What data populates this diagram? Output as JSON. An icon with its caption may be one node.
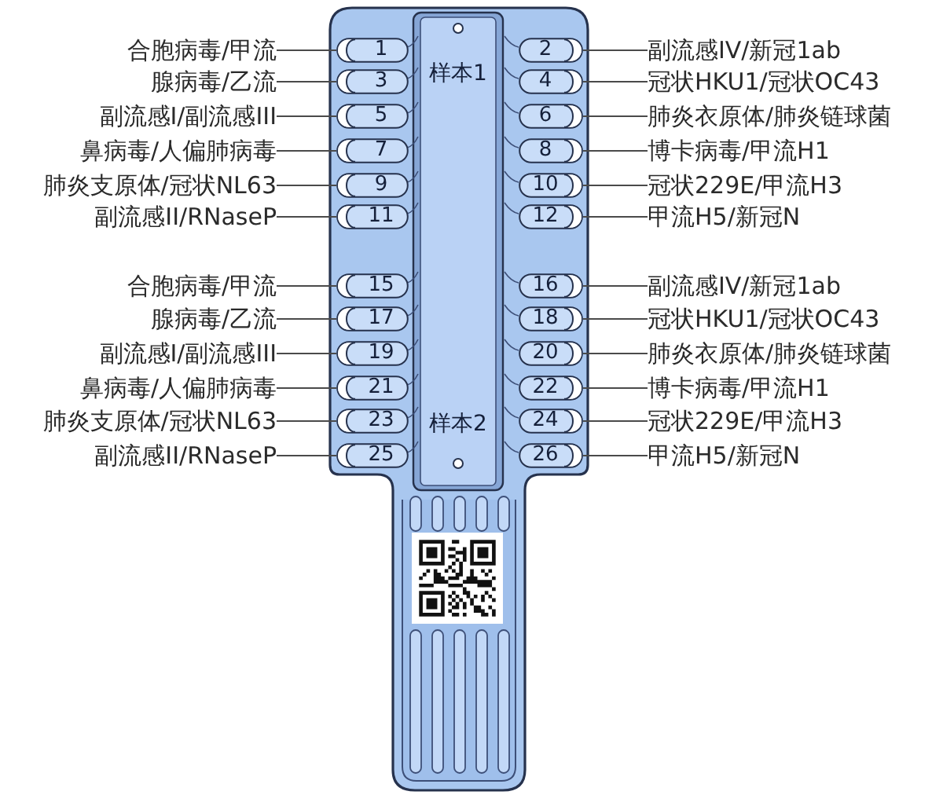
{
  "diagram": {
    "nodes": [
      {
        "text": [
          "合胞病毒/甲流"
        ]
      },
      {
        "text": [
          "1"
        ]
      },
      {
        "text": [
          "2"
        ]
      },
      {
        "text": [
          "副流感IV/新冠1ab"
        ]
      },
      {
        "text": [
          "腺病毒/乙流"
        ]
      },
      {
        "text": [
          "3"
        ]
      },
      {
        "text": [
          "4"
        ]
      },
      {
        "text": [
          "冠状HKU1/冠状OC43"
        ]
      },
      {
        "text": [
          "副流感I/副流感III"
        ]
      },
      {
        "text": [
          "5"
        ]
      },
      {
        "text": [
          "6"
        ]
      },
      {
        "text": [
          "肺炎衣原体/肺炎链球菌"
        ]
      },
      {
        "text": [
          "鼻病毒/人偏肺病毒"
        ]
      },
      {
        "text": [
          "7"
        ]
      },
      {
        "text": [
          "8"
        ]
      },
      {
        "text": [
          "博卡病毒/甲流H1"
        ]
      },
      {
        "text": [
          "肺炎支原体/冠状NL63"
        ]
      },
      {
        "text": [
          "9"
        ]
      },
      {
        "text": [
          "10"
        ]
      },
      {
        "text": [
          "冠状229E/甲流H3"
        ]
      },
      {
        "text": [
          "副流感II/RNaseP"
        ]
      },
      {
        "text": [
          "11"
        ]
      },
      {
        "text": [
          "12"
        ]
      },
      {
        "text": [
          "甲流H5/新冠N"
        ]
      },
      {
        "text": [
          "合胞病毒/甲流"
        ]
      },
      {
        "text": [
          "15"
        ]
      },
      {
        "text": [
          "16"
        ]
      },
      {
        "text": [
          "副流感IV/新冠1ab"
        ]
      },
      {
        "text": [
          "腺病毒/乙流"
        ]
      },
      {
        "text": [
          "17"
        ]
      },
      {
        "text": [
          "18"
        ]
      },
      {
        "text": [
          "冠状HKU1/冠状OC43"
        ]
      },
      {
        "text": [
          "副流感I/副流感III"
        ]
      },
      {
        "text": [
          "19"
        ]
      },
      {
        "text": [
          "20"
        ]
      },
      {
        "text": [
          "肺炎衣原体/肺炎链球菌"
        ]
      },
      {
        "text": [
          "鼻病毒/人偏肺病毒"
        ]
      },
      {
        "text": [
          "21"
        ]
      },
      {
        "text": [
          "22"
        ]
      },
      {
        "text": [
          "博卡病毒/甲流H1"
        ]
      },
      {
        "text": [
          "肺炎支原体/冠状NL63"
        ]
      },
      {
        "text": [
          "23"
        ]
      },
      {
        "text": [
          "24"
        ]
      },
      {
        "text": [
          "冠状229E/甲流H3"
        ]
      },
      {
        "text": [
          "副流感II/RNaseP"
        ]
      },
      {
        "text": [
          "25"
        ]
      },
      {
        "text": [
          "26"
        ]
      },
      {
        "text": [
          "甲流H5/新冠N"
        ]
      }
    ],
    "edges": [
      {
        "from": 0,
        "to": 1,
        "arrow": "none"
      },
      {
        "from": 3,
        "to": 2,
        "arrow": "none"
      },
      {
        "from": 4,
        "to": 5,
        "arrow": "none"
      },
      {
        "from": 7,
        "to": 6,
        "arrow": "none"
      },
      {
        "from": 8,
        "to": 9,
        "arrow": "none"
      },
      {
        "from": 11,
        "to": 10,
        "arrow": "none"
      },
      {
        "from": 12,
        "to": 13,
        "arrow": "none"
      },
      {
        "from": 15,
        "to": 14,
        "arrow": "none"
      },
      {
        "from": 16,
        "to": 17,
        "arrow": "none"
      },
      {
        "from": 19,
        "to": 18,
        "arrow": "none"
      },
      {
        "from": 20,
        "to": 21,
        "arrow": "none"
      },
      {
        "from": 23,
        "to": 22,
        "arrow": "none"
      },
      {
        "from": 24,
        "to": 25,
        "arrow": "none"
      },
      {
        "from": 27,
        "to": 26,
        "arrow": "none"
      },
      {
        "from": 28,
        "to": 29,
        "arrow": "none"
      },
      {
        "from": 31,
        "to": 30,
        "arrow": "none"
      },
      {
        "from": 32,
        "to": 33,
        "arrow": "none"
      },
      {
        "from": 35,
        "to": 34,
        "arrow": "none"
      },
      {
        "from": 36,
        "to": 37,
        "arrow": "none"
      },
      {
        "from": 39,
        "to": 38,
        "arrow": "none"
      },
      {
        "from": 40,
        "to": 41,
        "arrow": "none"
      },
      {
        "from": 43,
        "to": 42,
        "arrow": "none"
      },
      {
        "from": 44,
        "to": 45,
        "arrow": "none"
      },
      {
        "from": 47,
        "to": 46,
        "arrow": "none"
      }
    ],
    "labels": [
      "样本1",
      "样本2"
    ]
  }
}
